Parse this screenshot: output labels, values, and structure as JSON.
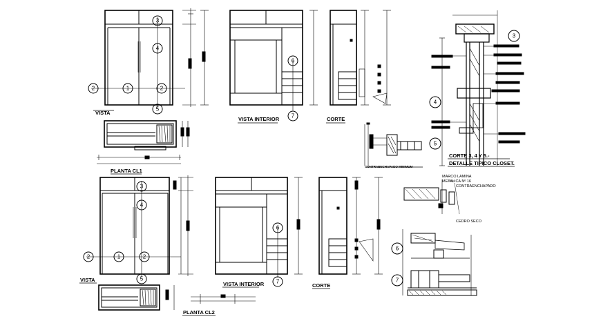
{
  "labels": {
    "vista_1": "VISTA",
    "vista_interior_1": "VISTA INTERIOR",
    "corte_1": "CORTE",
    "planta_1": "PLANTA CL1",
    "vista_2": "VISTA",
    "vista_interior_2": "VISTA INTERIOR",
    "corte_2": "CORTE",
    "planta_2": "PLANTA CL2",
    "detail_title_1": "CORTE 3, 4 Y 5.-",
    "detail_title_2": "DETALLE TIPICO CLOSET.",
    "marco_1": "MARCO LAMINA",
    "marco_2": "METALICA Nº 16",
    "contraenchapado": "CONTRAENCHAPADO",
    "cedro_seco": "CEDRO SECO",
    "section_note": "CONTRAENCHAPADO MINIMUM"
  },
  "markers": {
    "m1": "1",
    "m2": "2",
    "m3": "3",
    "m4": "4",
    "m5": "5",
    "m6": "6",
    "m7": "7"
  },
  "colors": {
    "line": "#000000",
    "background": "#ffffff"
  }
}
